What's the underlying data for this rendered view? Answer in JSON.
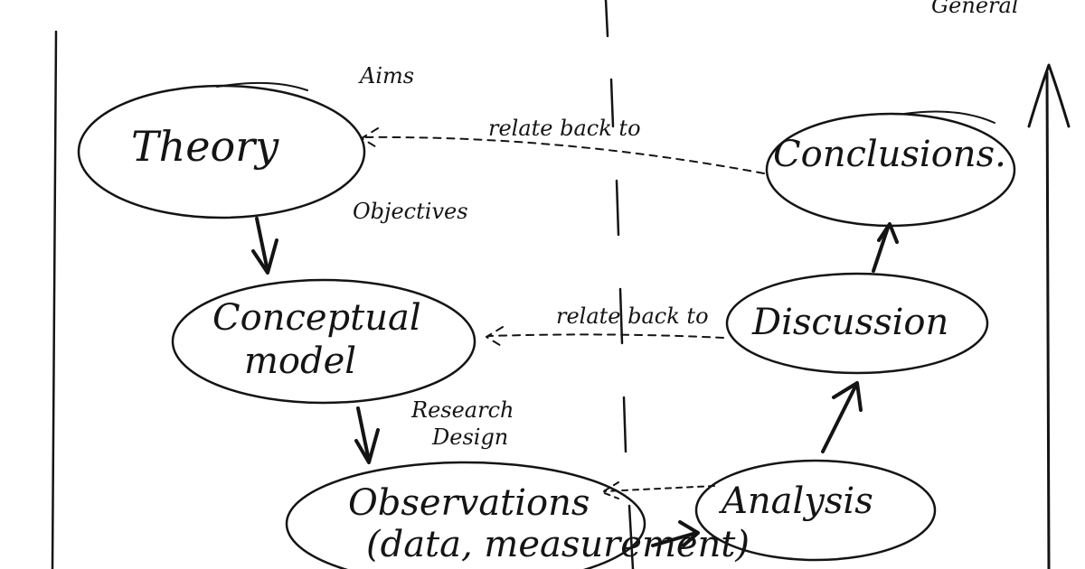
{
  "diagram": {
    "corner_label": "General",
    "nodes": {
      "theory": "Theory",
      "conceptual_model_line1": "Conceptual",
      "conceptual_model_line2": "model",
      "observations_line1": "Observations",
      "observations_line2": "(data, measurement)",
      "analysis": "Analysis",
      "discussion": "Discussion",
      "conclusions": "Conclusions."
    },
    "labels": {
      "aims": "Aims",
      "objectives": "Objectives",
      "research_design_line1": "Research",
      "research_design_line2": "Design",
      "relate_back_top": "relate back to",
      "relate_back_middle": "relate back to"
    }
  }
}
